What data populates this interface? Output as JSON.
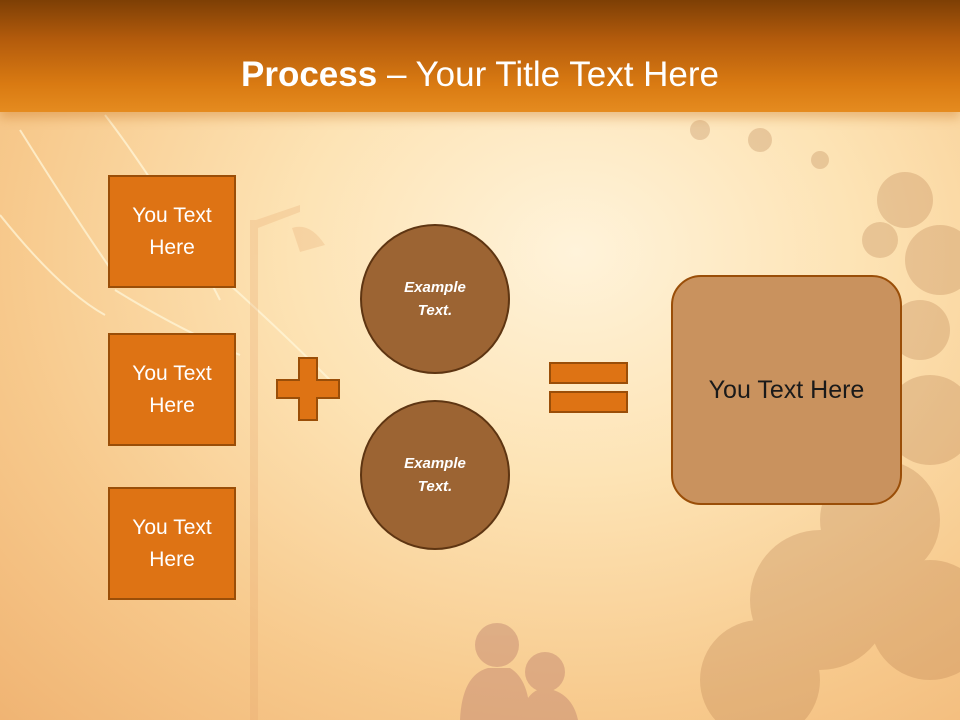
{
  "title": {
    "bold": "Process",
    "rest": " – Your Title Text Here"
  },
  "left_boxes": [
    {
      "label": "You Text Here"
    },
    {
      "label": "You Text Here"
    },
    {
      "label": "You Text Here"
    }
  ],
  "circles": [
    {
      "label": "Example Text."
    },
    {
      "label": "Example Text."
    }
  ],
  "result": {
    "label": "You Text Here"
  },
  "colors": {
    "header": "#b35b0c",
    "box_fill": "#de7314",
    "circle_fill": "#9c6433",
    "result_fill": "#c9925e",
    "title_text": "#ffffff"
  },
  "icons": {
    "operator_1": "plus-icon",
    "operator_2": "equals-icon"
  }
}
